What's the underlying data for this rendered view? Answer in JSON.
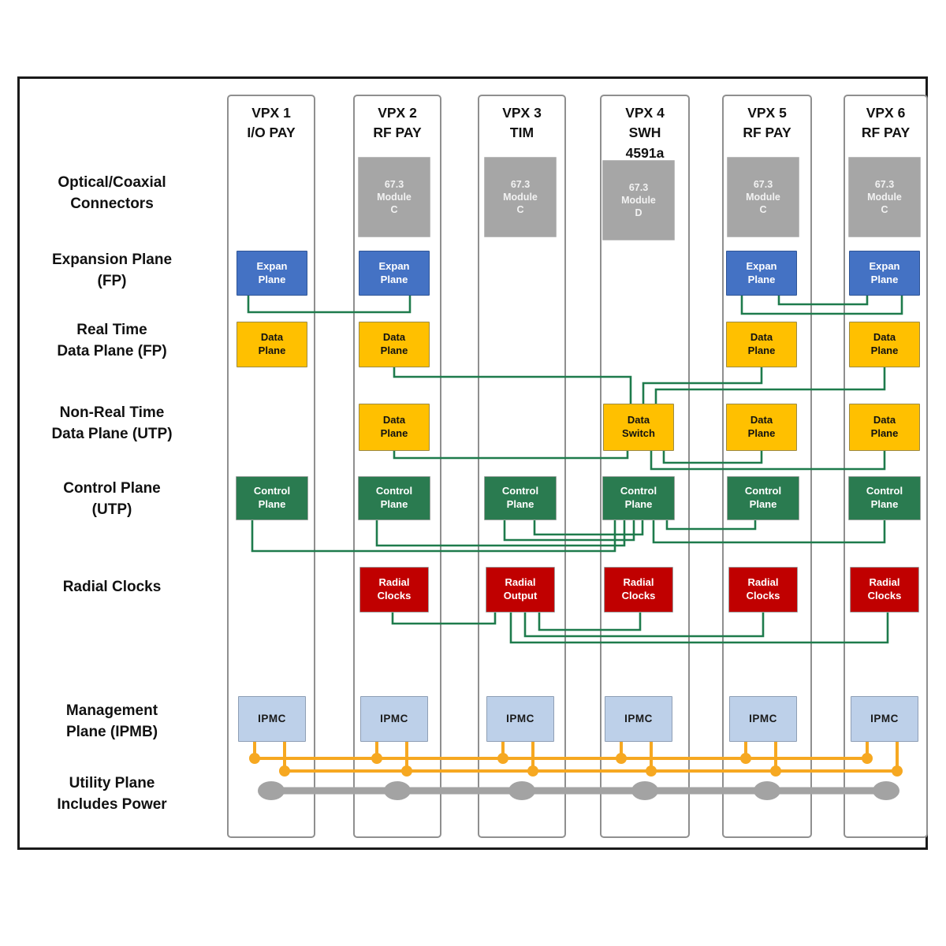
{
  "left_labels": [
    {
      "line1": "Optical/Coaxial",
      "line2": "Connectors"
    },
    {
      "line1": "Expansion Plane",
      "line2": "(FP)"
    },
    {
      "line1": "Real Time",
      "line2": "Data Plane (FP)"
    },
    {
      "line1": "Non-Real Time",
      "line2": "Data Plane (UTP)"
    },
    {
      "line1": "Control Plane",
      "line2": "(UTP)"
    },
    {
      "line1": "Radial Clocks",
      "line2": ""
    },
    {
      "line1": "Management",
      "line2": "Plane (IPMB)"
    },
    {
      "line1": "Utility Plane",
      "line2": "Includes Power"
    }
  ],
  "slots": [
    {
      "name": "VPX 1",
      "role": "I/O PAY"
    },
    {
      "name": "VPX 2",
      "role": "RF PAY"
    },
    {
      "name": "VPX 3",
      "role": "TIM"
    },
    {
      "name": "VPX 4",
      "role": "SWH",
      "extra": "4591a"
    },
    {
      "name": "VPX 5",
      "role": "RF PAY"
    },
    {
      "name": "VPX 6",
      "role": "RF PAY"
    }
  ],
  "modules": [
    {
      "slot": "VPX 2",
      "lines": [
        "67.3",
        "Module",
        "C"
      ]
    },
    {
      "slot": "VPX 3",
      "lines": [
        "67.3",
        "Module",
        "C"
      ]
    },
    {
      "slot": "VPX 4",
      "lines": [
        "67.3",
        "Module",
        "D"
      ]
    },
    {
      "slot": "VPX 5",
      "lines": [
        "67.3",
        "Module",
        "C"
      ]
    },
    {
      "slot": "VPX 6",
      "lines": [
        "67.3",
        "Module",
        "C"
      ]
    }
  ],
  "box_labels": {
    "expan_line1": "Expan",
    "expan_line2": "Plane",
    "data_line1": "Data",
    "data_plane_line2": "Plane",
    "data_switch_line2": "Switch",
    "control_line1": "Control",
    "control_line2": "Plane",
    "radial_line1": "Radial",
    "radial_clocks_line2": "Clocks",
    "radial_output_line2": "Output",
    "ipmc": "IPMC"
  },
  "colors": {
    "expansion_blue": "#4472C4",
    "data_yellow": "#FFC000",
    "control_green": "#2A7B50",
    "radial_red": "#C00000",
    "ipmc_light_blue": "#BDD0E9",
    "module_gray": "#A6A6A6",
    "link_green": "#1E7B4C",
    "ipmb_orange": "#F6A821",
    "utility_gray": "#A3A3A3"
  }
}
